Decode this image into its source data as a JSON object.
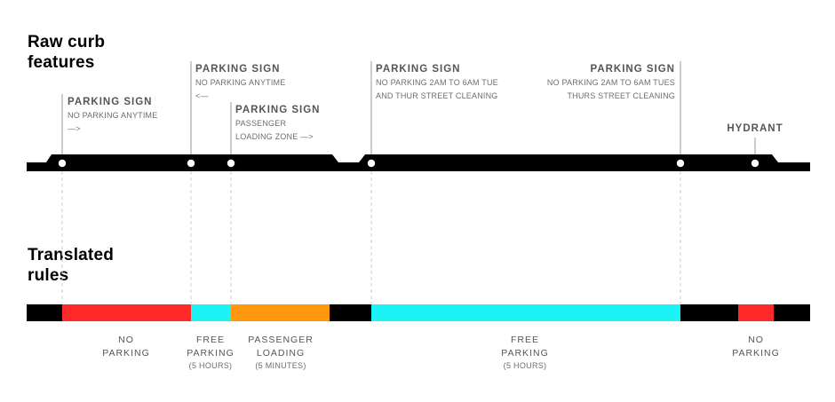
{
  "sections": {
    "raw_title": "Raw curb\nfeatures",
    "translated_title": "Translated\nrules"
  },
  "colors": {
    "curb": "#000000",
    "no_parking": "#ff2a2a",
    "free_parking": "#1cf3f6",
    "loading": "#ff980f",
    "guide": "#cfcfcf",
    "text": "#555555"
  },
  "features": [
    {
      "title": "PARKING SIGN",
      "lines": [
        "NO PARKING ANYTIME",
        "—>"
      ]
    },
    {
      "title": "PARKING SIGN",
      "lines": [
        "NO PARKING ANYTIME",
        "<—"
      ]
    },
    {
      "title": "PARKING SIGN",
      "lines": [
        "PASSENGER",
        "LOADING ZONE —>"
      ]
    },
    {
      "title": "PARKING SIGN",
      "lines": [
        "NO PARKING 2AM TO 6AM TUE",
        "AND THUR STREET CLEANING"
      ]
    },
    {
      "title": "PARKING SIGN",
      "lines": [
        "NO PARKING 2AM TO 6AM TUES",
        "THURS STREET CLEANING"
      ]
    },
    {
      "title": "HYDRANT",
      "lines": []
    }
  ],
  "rules": [
    {
      "type": "none"
    },
    {
      "type": "no_parking",
      "lines": [
        "NO",
        "PARKING"
      ],
      "sub": ""
    },
    {
      "type": "free_parking",
      "lines": [
        "FREE",
        "PARKING"
      ],
      "sub": "(5 HOURS)"
    },
    {
      "type": "loading",
      "lines": [
        "PASSENGER",
        "LOADING"
      ],
      "sub": "(5 MINUTES)"
    },
    {
      "type": "none"
    },
    {
      "type": "free_parking",
      "lines": [
        "FREE",
        "PARKING"
      ],
      "sub": "(5 HOURS)"
    },
    {
      "type": "none"
    },
    {
      "type": "no_parking",
      "lines": [
        "NO",
        "PARKING"
      ],
      "sub": ""
    },
    {
      "type": "none"
    }
  ]
}
